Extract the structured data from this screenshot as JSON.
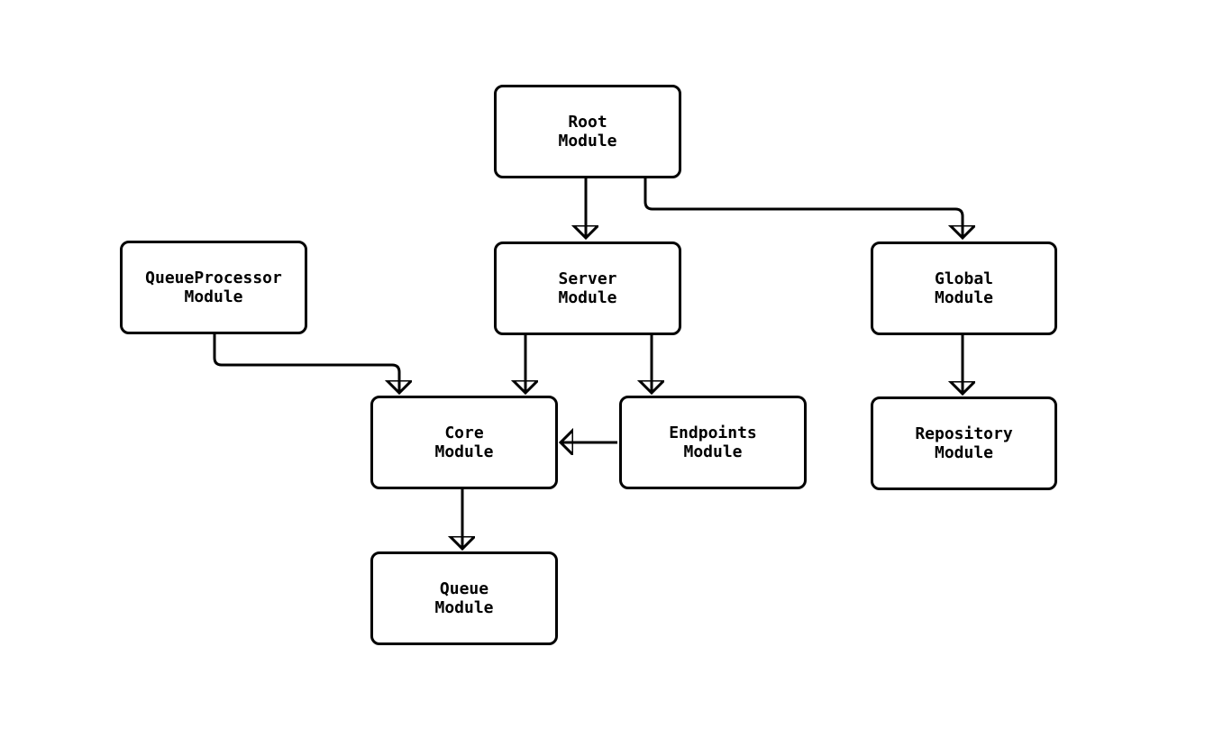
{
  "diagram": {
    "type": "module-dependency-graph",
    "background_color": "#ffffff",
    "node_fill_color": "#ffffff",
    "node_border_color": "#000000",
    "edge_color": "#000000",
    "text_color": "#000000",
    "nodes": [
      {
        "id": "root",
        "line1": "Root",
        "line2": "Module"
      },
      {
        "id": "server",
        "line1": "Server",
        "line2": "Module"
      },
      {
        "id": "global",
        "line1": "Global",
        "line2": "Module"
      },
      {
        "id": "queueprocessor",
        "line1": "QueueProcessor",
        "line2": "Module"
      },
      {
        "id": "core",
        "line1": "Core",
        "line2": "Module"
      },
      {
        "id": "endpoints",
        "line1": "Endpoints",
        "line2": "Module"
      },
      {
        "id": "repository",
        "line1": "Repository",
        "line2": "Module"
      },
      {
        "id": "queue",
        "line1": "Queue",
        "line2": "Module"
      }
    ],
    "edges": [
      {
        "from": "Root Module",
        "to": "Server Module"
      },
      {
        "from": "Root Module",
        "to": "Global Module"
      },
      {
        "from": "QueueProcessor Module",
        "to": "Core Module"
      },
      {
        "from": "Server Module",
        "to": "Core Module"
      },
      {
        "from": "Server Module",
        "to": "Endpoints Module"
      },
      {
        "from": "Endpoints Module",
        "to": "Core Module"
      },
      {
        "from": "Global Module",
        "to": "Repository Module"
      },
      {
        "from": "Core Module",
        "to": "Queue Module"
      }
    ]
  }
}
